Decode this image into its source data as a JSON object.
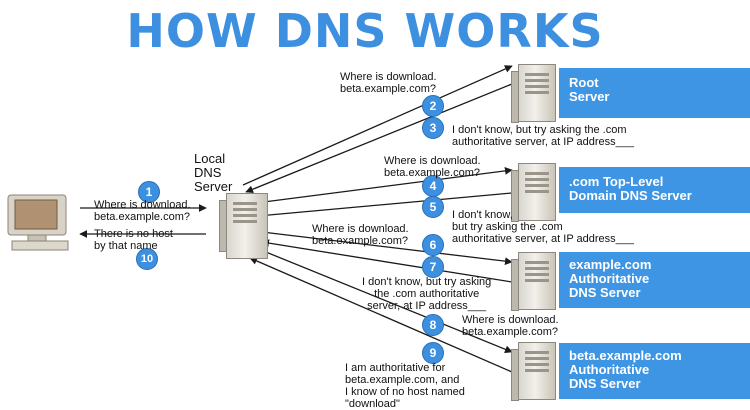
{
  "title": "HOW DNS WORKS",
  "local_server": {
    "label": "Local\nDNS\nServer"
  },
  "servers": {
    "root": "Root\nServer",
    "tld": ".com Top-Level\nDomain DNS Server",
    "example": "example.com\nAuthoritative\nDNS Server",
    "beta": "beta.example.com\nAuthoritative\nDNS Server"
  },
  "steps": [
    {
      "num": "1",
      "text": "Where is download.\nbeta.example.com?"
    },
    {
      "num": "2",
      "text": "Where is download.\nbeta.example.com?"
    },
    {
      "num": "3",
      "text": "I don't know, but try asking the .com\nauthoritative server, at IP address___"
    },
    {
      "num": "4",
      "text": "Where is download.\nbeta.example.com?"
    },
    {
      "num": "5",
      "text": "I don't know,\nbut try asking the .com\nauthoritative server, at IP address___"
    },
    {
      "num": "6",
      "text": "Where is download.\nbeta.example.com?"
    },
    {
      "num": "7",
      "text": "I don't know, but try asking\nthe .com authoritative\nserver, at IP address___"
    },
    {
      "num": "8",
      "text": "Where is download.\nbeta.example.com?"
    },
    {
      "num": "9",
      "text": "I am authoritative for\nbeta.example.com, and\nI know of no host named\n\"download\""
    },
    {
      "num": "10",
      "text": "There is no host\nby that name"
    }
  ],
  "colors": {
    "accent": "#3d8fe0",
    "band": "#3e95e3",
    "arrow": "#1a1a1a"
  }
}
